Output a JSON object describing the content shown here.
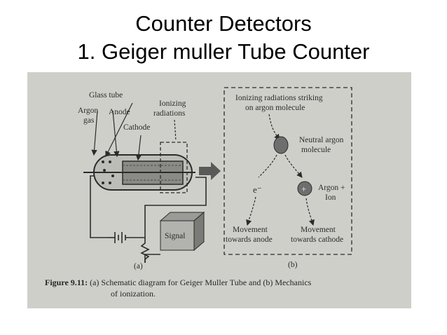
{
  "slide": {
    "title_line1": "Counter Detectors",
    "title_line2": "1. Geiger muller Tube Counter"
  },
  "figure": {
    "panel_a": {
      "glass_tube": "Glass tube",
      "argon_line1": "Argon",
      "argon_line2": "gas",
      "anode": "Anode",
      "ionizing_line1": "Ionizing",
      "ionizing_line2": "radiations",
      "cathode": "Cathode",
      "signal": "Signal",
      "panel_label": "(a)"
    },
    "panel_b": {
      "striking_line1": "Ionizing radiations striking",
      "striking_line2": "on argon molecule",
      "neutral_line1": "Neutral argon",
      "neutral_line2": "molecule",
      "electron": "e⁻",
      "ion_symbol": "+",
      "argon_ion_line1": "Argon +",
      "argon_ion_line2": "Ion",
      "movement_anode_line1": "Movement",
      "movement_anode_line2": "towards anode",
      "movement_cathode_line1": "Movement",
      "movement_cathode_line2": "towards cathode",
      "panel_label": "(b)"
    },
    "caption_label": "Figure 9.11:",
    "caption_line1": "(a) Schematic diagram for Geiger Muller Tube and (b) Mechanics",
    "caption_line2": "of ionization."
  },
  "colors": {
    "photo_background": "#cfcfca",
    "ink": "#2b2b2b",
    "molecule_fill": "#6e6e6e"
  }
}
